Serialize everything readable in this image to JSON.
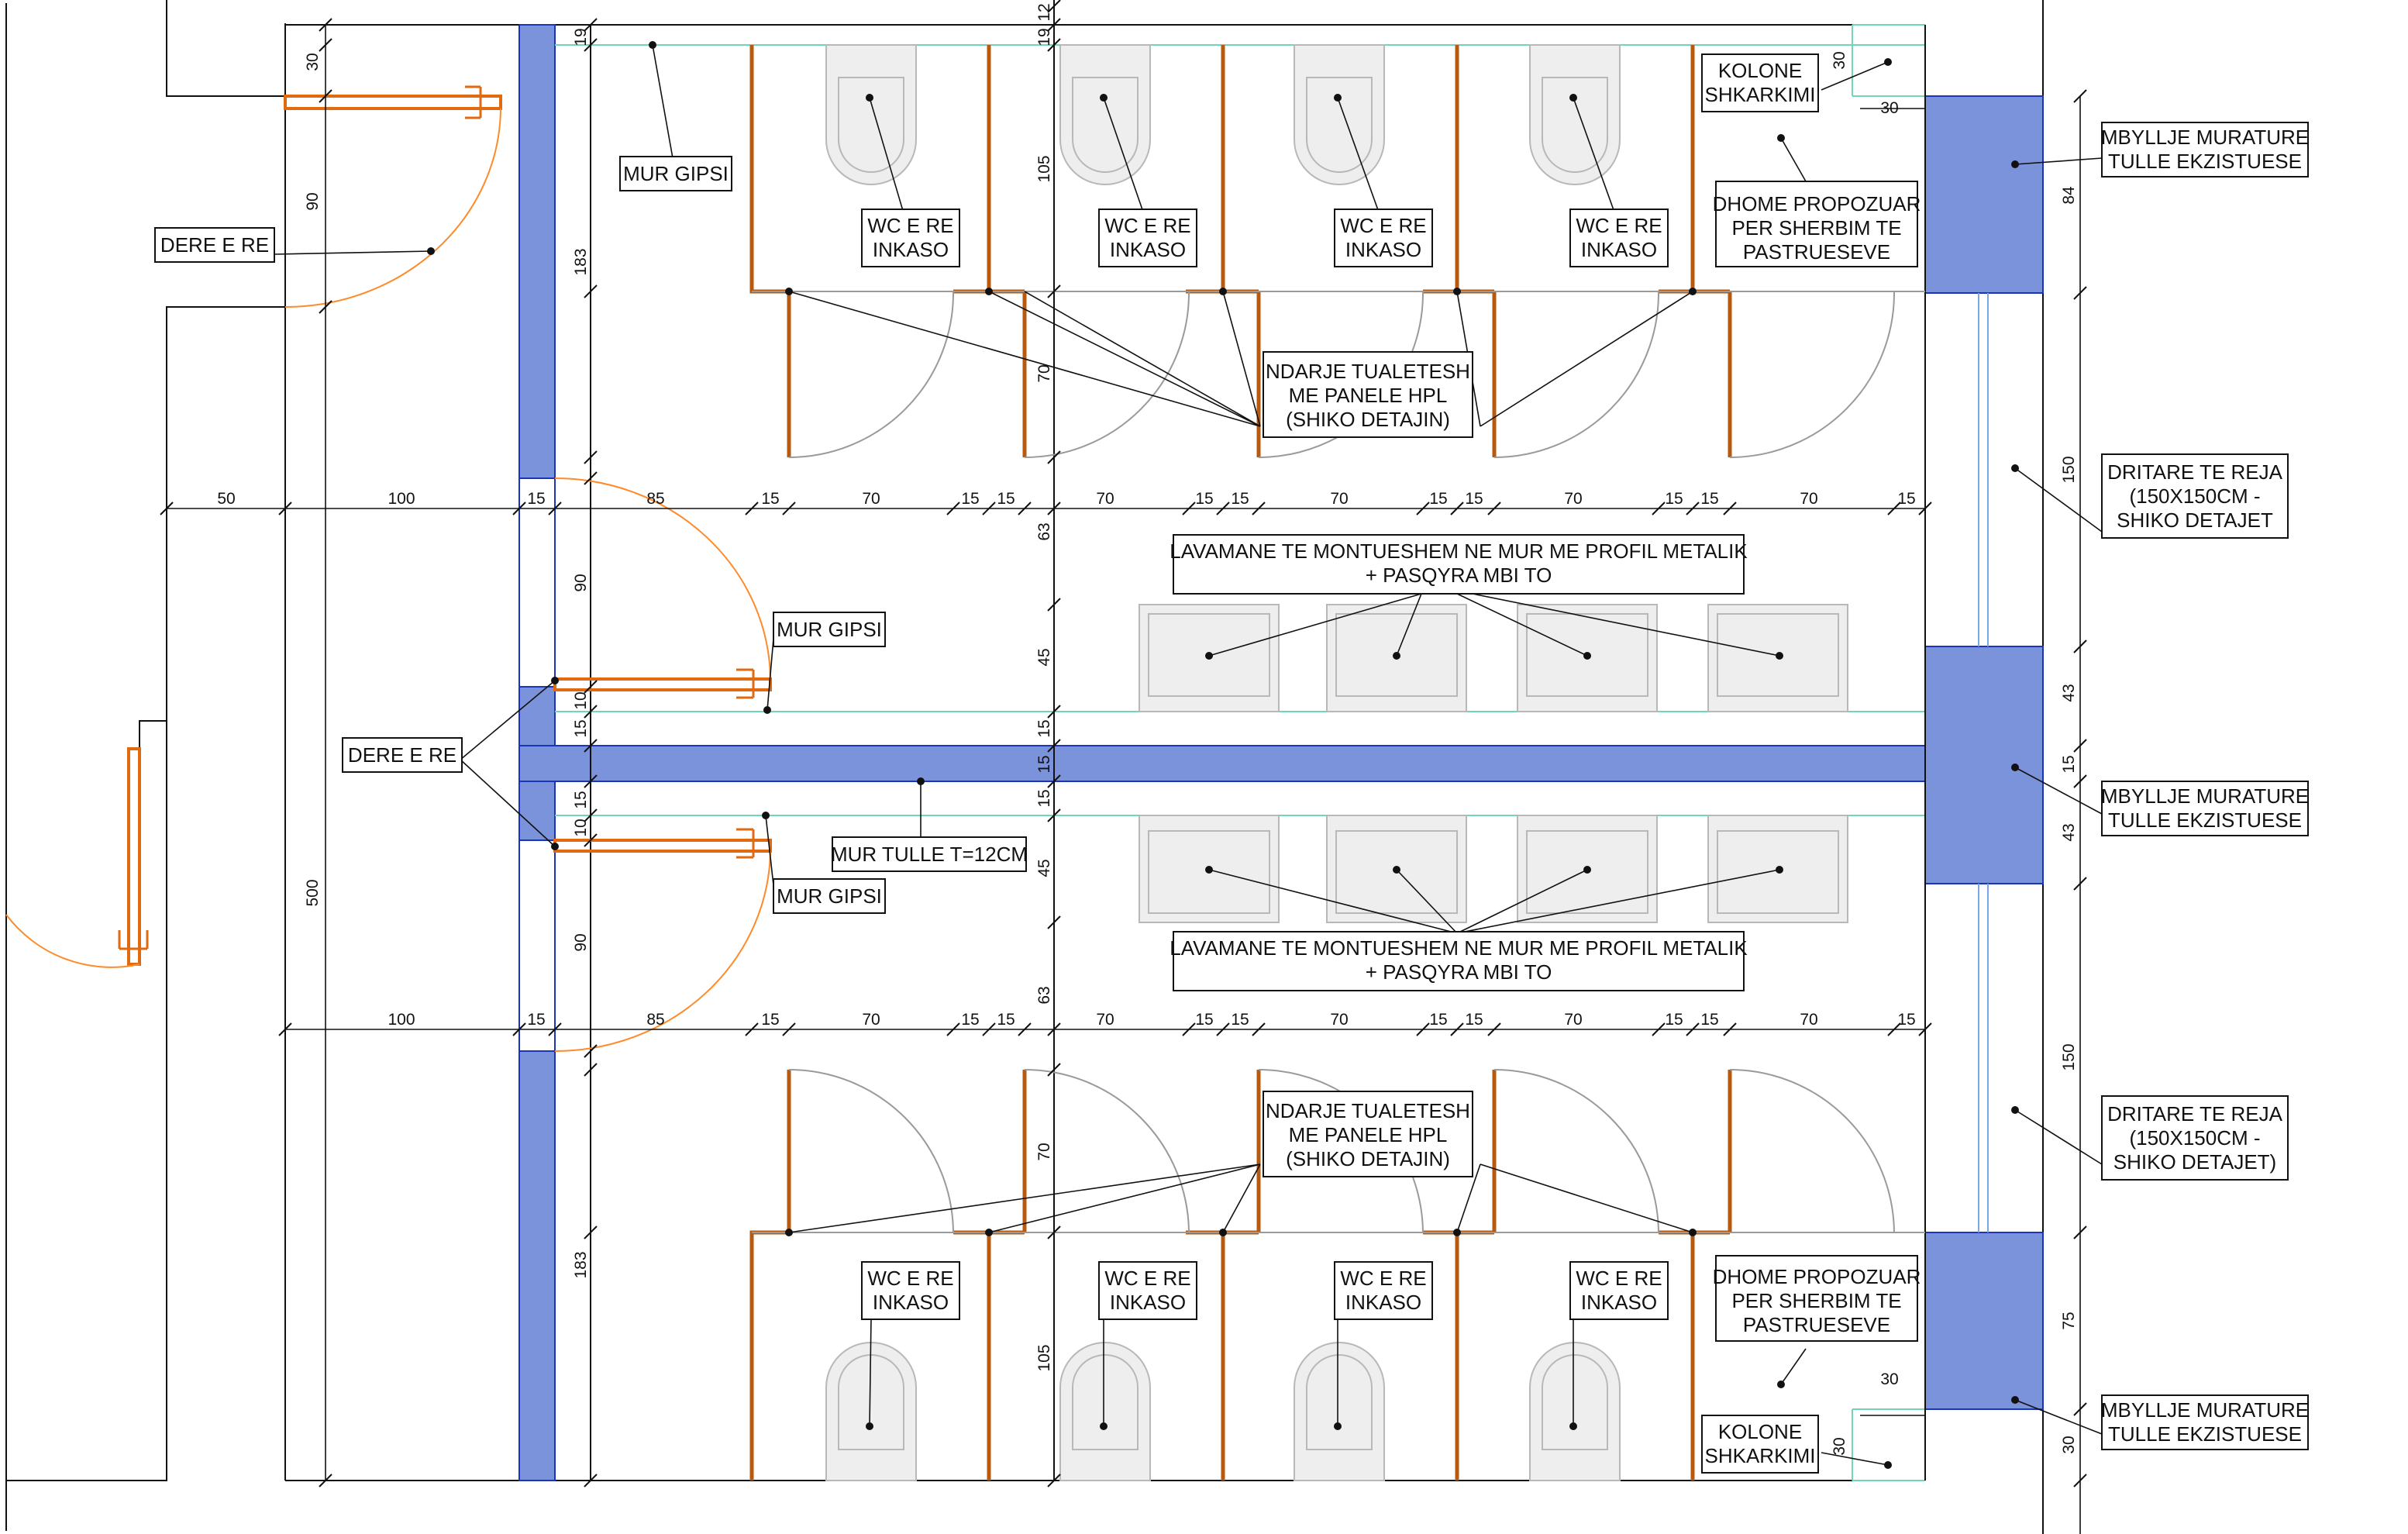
{
  "labels": {
    "dere_top": "DERE E RE",
    "dere_mid": "DERE E RE",
    "mur_gipsi_top": "MUR GIPSI",
    "mur_gipsi_mid_up": "MUR GIPSI",
    "mur_gipsi_mid_down": "MUR GIPSI",
    "mur_tulle": "MUR TULLE T=12CM",
    "wc": [
      "WC E RE",
      "INKASO"
    ],
    "kolone": [
      "KOLONE",
      "SHKARKIMI"
    ],
    "dhome": [
      "DHOME PROPOZUAR",
      "PER SHERBIM TE",
      "PASTRUESEVE"
    ],
    "ndarje": [
      "NDARJE TUALETESH",
      "ME PANELE HPL",
      "(SHIKO DETAJIN)"
    ],
    "lavamane": [
      "LAVAMANE TE MONTUESHEM NE MUR ME PROFIL METALIK",
      "+    PASQYRA MBI TO"
    ],
    "mbyllje": [
      "MBYLLJE MURATURE",
      "TULLE EKZISTUESE"
    ],
    "dritare_top": [
      "DRITARE TE REJA",
      "(150X150CM -",
      "SHIKO DETAJET"
    ],
    "dritare_bottom": [
      "DRITARE TE REJA",
      "(150X150CM -",
      "SHIKO DETAJET)"
    ]
  },
  "dimensions": {
    "row_top": [
      "50",
      "100",
      "15",
      "85",
      "15",
      "70",
      "15",
      "15",
      "70",
      "15",
      "15",
      "70",
      "15",
      "15",
      "70",
      "15",
      "15",
      "70",
      "15"
    ],
    "row_bottom": [
      "100",
      "15",
      "85",
      "15",
      "70",
      "15",
      "15",
      "70",
      "15",
      "15",
      "70",
      "15",
      "15",
      "70",
      "15",
      "15",
      "70",
      "15"
    ],
    "left_vertical": [
      "30",
      "90",
      "500"
    ],
    "left_inner_vertical": [
      "19",
      "183",
      "90",
      "10",
      "15",
      "15",
      "10",
      "90",
      "183"
    ],
    "center_vertical": [
      "12",
      "19",
      "105",
      "70",
      "63",
      "45",
      "15",
      "15",
      "15",
      "45",
      "63",
      "70",
      "105"
    ],
    "right_vertical": [
      "84",
      "150",
      "43",
      "15",
      "43",
      "150",
      "75",
      "30"
    ],
    "kolone_top": [
      "30",
      "30"
    ],
    "kolone_bottom": [
      "30",
      "30"
    ]
  },
  "colors": {
    "wall_fill": "#7b93da",
    "wall_stroke": "#1a35b8",
    "partition": "#b75a10",
    "door_arc": "#ff8a2a",
    "gypsum_line": "#6fd7b5",
    "fixture_fill": "#eeeeee",
    "fixture_stroke": "#b8b8b8",
    "line": "#111111"
  }
}
